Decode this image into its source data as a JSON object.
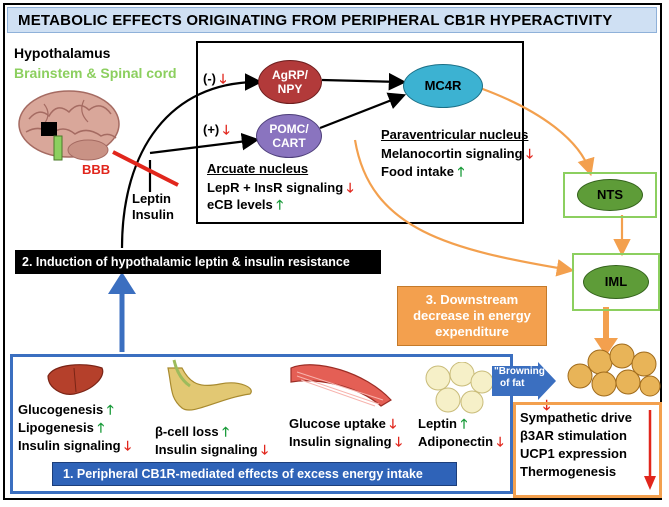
{
  "title": "METABOLIC EFFECTS ORIGINATING FROM PERIPHERAL CB1R HYPERACTIVITY",
  "brain": {
    "hypothalamus": "Hypothalamus",
    "brainstem": "Brainstem & Spinal cord",
    "bbb": "BBB",
    "leptin": "Leptin",
    "insulin": "Insulin"
  },
  "nodes": {
    "agrp": "AgRP/\nNPY",
    "pomc": "POMC/\nCART",
    "mc4r": "MC4R",
    "nts": "NTS",
    "iml": "IML"
  },
  "signs": {
    "minus": "(-)",
    "plus": "(+)"
  },
  "arcuate": {
    "title": "Arcuate nucleus",
    "line1": "LepR + InsR signaling",
    "line2": "eCB levels"
  },
  "paraventricular": {
    "title": "Paraventricular nucleus",
    "line1": "Melanocortin signaling",
    "line2": "Food intake"
  },
  "step2": "2. Induction of hypothalamic leptin & insulin resistance",
  "step3": {
    "line1": "3. Downstream",
    "line2": "decrease in energy",
    "line3": "expenditure"
  },
  "step1": "1. Peripheral CB1R-mediated effects of excess energy intake",
  "browning": {
    "line1": "\"Browning\"",
    "line2": "of fat"
  },
  "liver": {
    "line1": "Glucogenesis",
    "line2": "Lipogenesis",
    "line3": "Insulin signaling"
  },
  "pancreas": {
    "line1": "β-cell loss",
    "line2": "Insulin signaling"
  },
  "muscle": {
    "line1": "Glucose uptake",
    "line2": "Insulin signaling"
  },
  "fat": {
    "line1": "Leptin",
    "line2": "Adiponectin"
  },
  "brown_fat": {
    "line1": "Sympathetic drive",
    "line2": "β3AR stimulation",
    "line3": "UCP1 expression",
    "line4": "Thermogenesis"
  },
  "colors": {
    "green_arrow": "#1c9c3c",
    "red_arrow": "#e1261c",
    "blue": "#3b6fc0",
    "orange": "#f3a04e",
    "green_box": "#8ccf5f",
    "agrp": "#b23a3a",
    "pomc": "#8a74bf",
    "mc4r": "#3cb2d2",
    "nts": "#5e9c38"
  }
}
